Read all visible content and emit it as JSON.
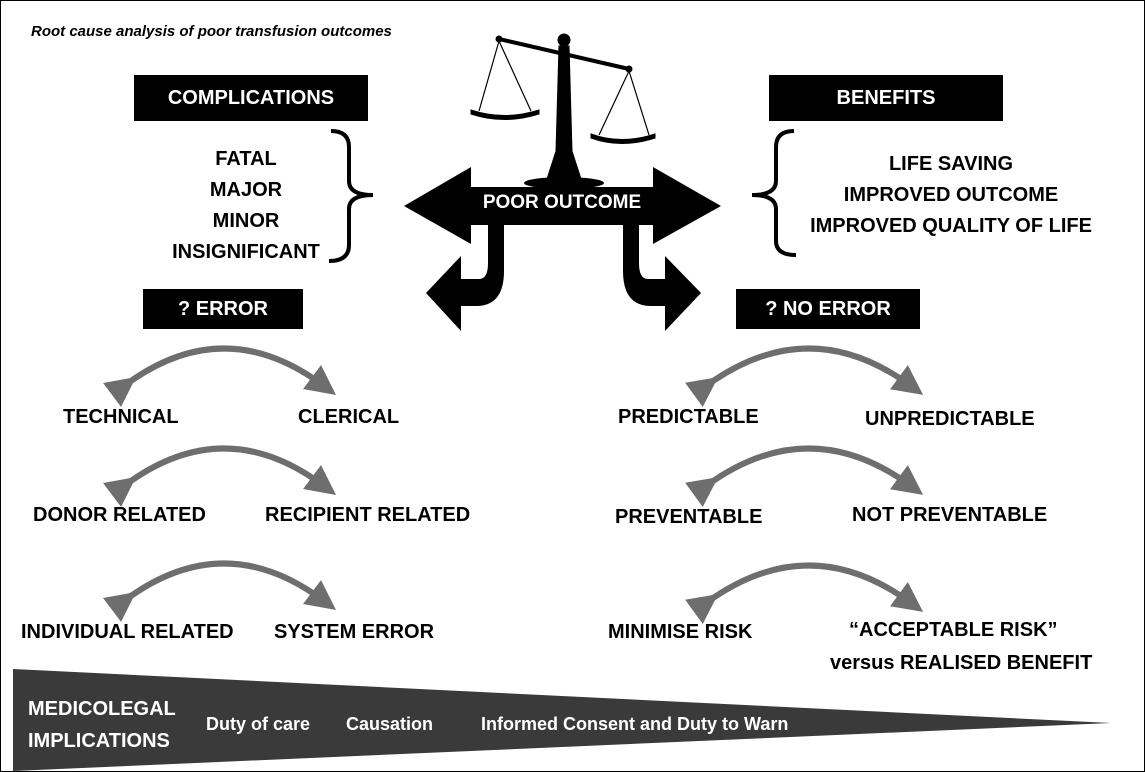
{
  "title": "Root cause analysis of poor transfusion outcomes",
  "complications": {
    "label": "COMPLICATIONS",
    "items": [
      "FATAL",
      "MAJOR",
      "MINOR",
      "INSIGNIFICANT"
    ]
  },
  "benefits": {
    "label": "BENEFITS",
    "items": [
      "LIFE SAVING",
      "IMPROVED OUTCOME",
      "IMPROVED QUALITY OF LIFE"
    ]
  },
  "center": {
    "label": "POOR OUTCOME"
  },
  "error": {
    "label": "? ERROR",
    "level1": [
      "TECHNICAL",
      "CLERICAL"
    ],
    "level2": [
      "DONOR RELATED",
      "RECIPIENT RELATED"
    ],
    "level3": [
      "INDIVIDUAL RELATED",
      "SYSTEM ERROR"
    ]
  },
  "no_error": {
    "label": "? NO ERROR",
    "level1": [
      "PREDICTABLE",
      "UNPREDICTABLE"
    ],
    "level2": [
      "PREVENTABLE",
      "NOT PREVENTABLE"
    ],
    "level3": [
      "MINIMISE RISK",
      "“ACCEPTABLE RISK”",
      "versus REALISED BENEFIT"
    ]
  },
  "medicolegal": {
    "label_line1": "MEDICOLEGAL",
    "label_line2": "IMPLICATIONS",
    "items": [
      "Duty of care",
      "Causation",
      "Informed Consent and Duty to Warn"
    ]
  },
  "colors": {
    "box": "#000000",
    "arc": "#6e6e6e",
    "band": "#3a3a3a"
  },
  "icons": [
    "balance-scale-icon",
    "double-headed-arrow-icon",
    "curved-arrow-icon"
  ]
}
